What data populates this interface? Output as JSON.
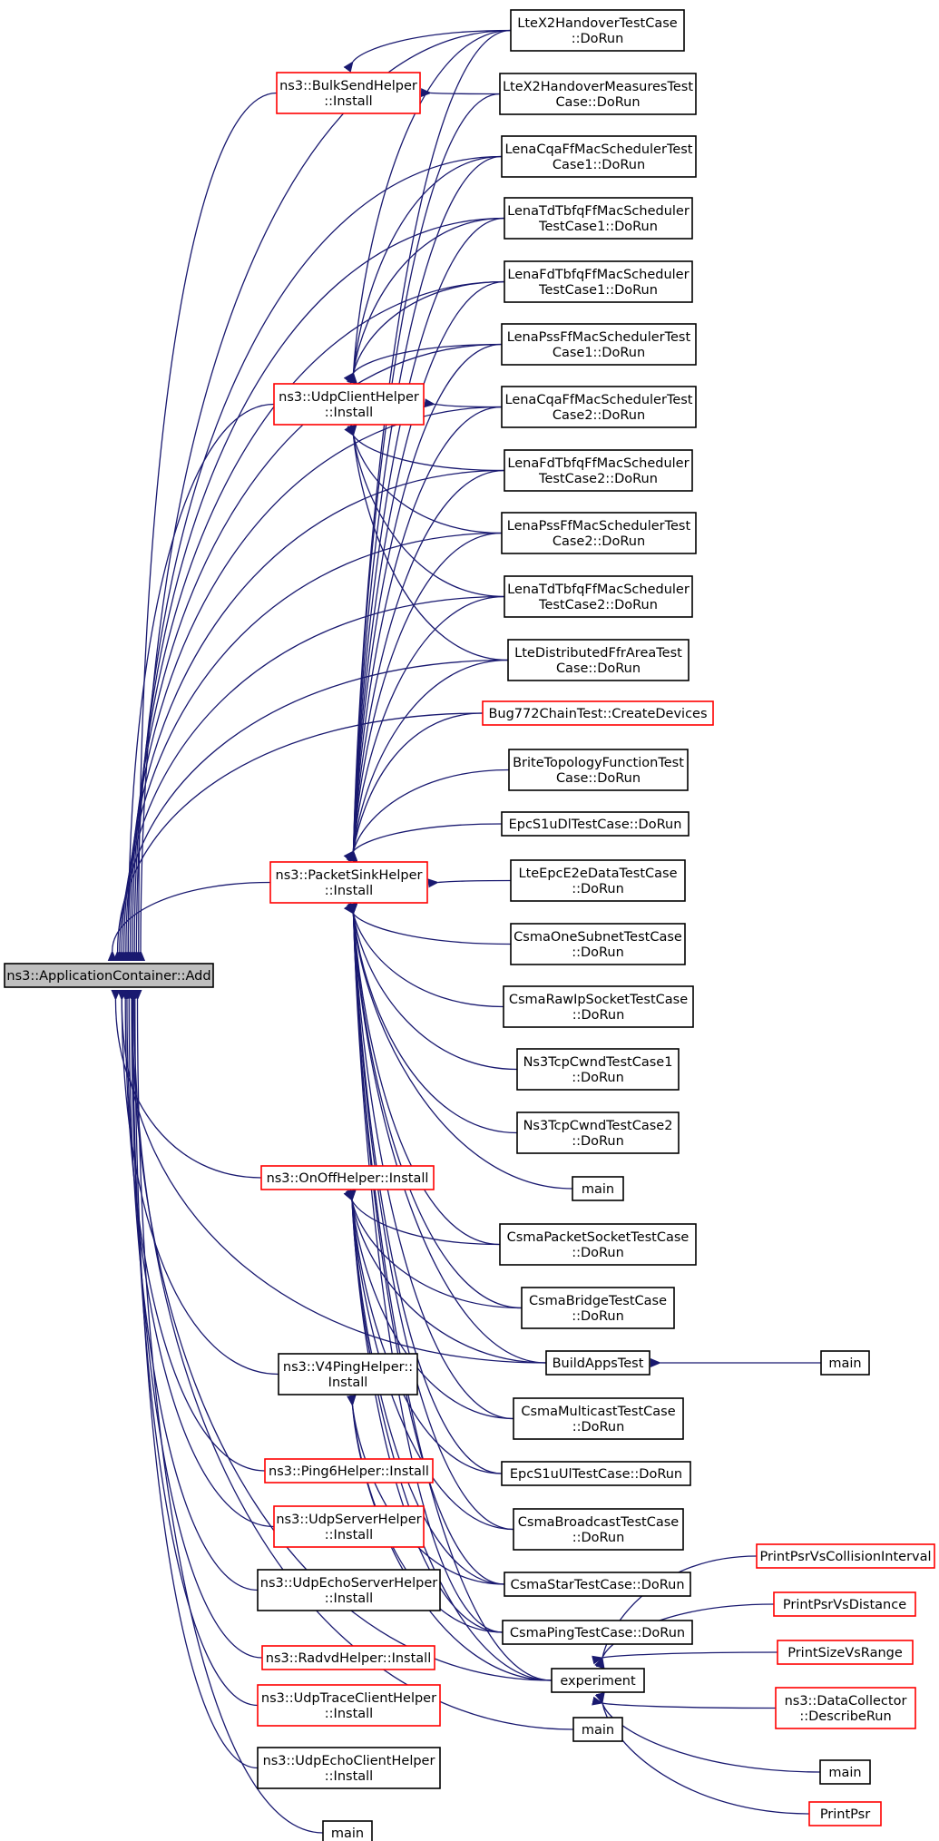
{
  "colors": {
    "edge": "#191970",
    "arrowhead": "#191970",
    "node_border_default": "#000000",
    "node_border_truncated": "#ff0000",
    "root_fill": "#bfbfbf",
    "node_fill": "#ffffff"
  },
  "nodes": {
    "app_add": {
      "lines": [
        "ns3::ApplicationContainer::Add"
      ],
      "style": "root"
    },
    "bulksend": {
      "lines": [
        "ns3::BulkSendHelper",
        "::Install"
      ],
      "style": "red"
    },
    "udpclient": {
      "lines": [
        "ns3::UdpClientHelper",
        "::Install"
      ],
      "style": "red"
    },
    "packetsink": {
      "lines": [
        "ns3::PacketSinkHelper",
        "::Install"
      ],
      "style": "red"
    },
    "onoff": {
      "lines": [
        "ns3::OnOffHelper::Install"
      ],
      "style": "red"
    },
    "v4ping": {
      "lines": [
        "ns3::V4PingHelper::",
        "Install"
      ],
      "style": "black"
    },
    "ping6": {
      "lines": [
        "ns3::Ping6Helper::Install"
      ],
      "style": "red"
    },
    "udpserver": {
      "lines": [
        "ns3::UdpServerHelper",
        "::Install"
      ],
      "style": "red"
    },
    "udpechoserver": {
      "lines": [
        "ns3::UdpEchoServerHelper",
        "::Install"
      ],
      "style": "black"
    },
    "radvd": {
      "lines": [
        "ns3::RadvdHelper::Install"
      ],
      "style": "red"
    },
    "udptraceclient": {
      "lines": [
        "ns3::UdpTraceClientHelper",
        "::Install"
      ],
      "style": "red"
    },
    "udpechoclient": {
      "lines": [
        "ns3::UdpEchoClientHelper",
        "::Install"
      ],
      "style": "black"
    },
    "main_left": {
      "lines": [
        "main"
      ],
      "style": "black"
    },
    "ltex2ho": {
      "lines": [
        "LteX2HandoverTestCase",
        "::DoRun"
      ],
      "style": "black"
    },
    "ltex2hom": {
      "lines": [
        "LteX2HandoverMeasuresTest",
        "Case::DoRun"
      ],
      "style": "black"
    },
    "cqa1": {
      "lines": [
        "LenaCqaFfMacSchedulerTest",
        "Case1::DoRun"
      ],
      "style": "black"
    },
    "tdtbfq1": {
      "lines": [
        "LenaTdTbfqFfMacScheduler",
        "TestCase1::DoRun"
      ],
      "style": "black"
    },
    "fdtbfq1": {
      "lines": [
        "LenaFdTbfqFfMacScheduler",
        "TestCase1::DoRun"
      ],
      "style": "black"
    },
    "pss1": {
      "lines": [
        "LenaPssFfMacSchedulerTest",
        "Case1::DoRun"
      ],
      "style": "black"
    },
    "cqa2": {
      "lines": [
        "LenaCqaFfMacSchedulerTest",
        "Case2::DoRun"
      ],
      "style": "black"
    },
    "fdtbfq2": {
      "lines": [
        "LenaFdTbfqFfMacScheduler",
        "TestCase2::DoRun"
      ],
      "style": "black"
    },
    "pss2": {
      "lines": [
        "LenaPssFfMacSchedulerTest",
        "Case2::DoRun"
      ],
      "style": "black"
    },
    "tdtbfq2": {
      "lines": [
        "LenaTdTbfqFfMacScheduler",
        "TestCase2::DoRun"
      ],
      "style": "black"
    },
    "ltedistffr": {
      "lines": [
        "LteDistributedFfrAreaTest",
        "Case::DoRun"
      ],
      "style": "black"
    },
    "bug772": {
      "lines": [
        "Bug772ChainTest::CreateDevices"
      ],
      "style": "red"
    },
    "brite": {
      "lines": [
        "BriteTopologyFunctionTest",
        "Case::DoRun"
      ],
      "style": "black"
    },
    "epcs1udl": {
      "lines": [
        "EpcS1uDlTestCase::DoRun"
      ],
      "style": "black"
    },
    "lteepce2e": {
      "lines": [
        "LteEpcE2eDataTestCase",
        "::DoRun"
      ],
      "style": "black"
    },
    "csmaonesubnet": {
      "lines": [
        "CsmaOneSubnetTestCase",
        "::DoRun"
      ],
      "style": "black"
    },
    "csmarawip": {
      "lines": [
        "CsmaRawIpSocketTestCase",
        "::DoRun"
      ],
      "style": "black"
    },
    "ns3tcp1": {
      "lines": [
        "Ns3TcpCwndTestCase1",
        "::DoRun"
      ],
      "style": "black"
    },
    "ns3tcp2": {
      "lines": [
        "Ns3TcpCwndTestCase2",
        "::DoRun"
      ],
      "style": "black"
    },
    "main_mid1": {
      "lines": [
        "main"
      ],
      "style": "black"
    },
    "csmapacket": {
      "lines": [
        "CsmaPacketSocketTestCase",
        "::DoRun"
      ],
      "style": "black"
    },
    "csmabridge": {
      "lines": [
        "CsmaBridgeTestCase",
        "::DoRun"
      ],
      "style": "black"
    },
    "buildapps": {
      "lines": [
        "BuildAppsTest"
      ],
      "style": "black"
    },
    "main_buildapps": {
      "lines": [
        "main"
      ],
      "style": "black"
    },
    "csmamulticast": {
      "lines": [
        "CsmaMulticastTestCase",
        "::DoRun"
      ],
      "style": "black"
    },
    "epcs1uul": {
      "lines": [
        "EpcS1uUlTestCase::DoRun"
      ],
      "style": "black"
    },
    "csmabroadcast": {
      "lines": [
        "CsmaBroadcastTestCase",
        "::DoRun"
      ],
      "style": "black"
    },
    "csmastar": {
      "lines": [
        "CsmaStarTestCase::DoRun"
      ],
      "style": "black"
    },
    "csmaping": {
      "lines": [
        "CsmaPingTestCase::DoRun"
      ],
      "style": "black"
    },
    "experiment": {
      "lines": [
        "experiment"
      ],
      "style": "black"
    },
    "main_mid2": {
      "lines": [
        "main"
      ],
      "style": "black"
    },
    "pp_collision": {
      "lines": [
        "PrintPsrVsCollisionInterval"
      ],
      "style": "red"
    },
    "pp_distance": {
      "lines": [
        "PrintPsrVsDistance"
      ],
      "style": "red"
    },
    "pp_sizerange": {
      "lines": [
        "PrintSizeVsRange"
      ],
      "style": "red"
    },
    "datacollector": {
      "lines": [
        "ns3::DataCollector",
        "::DescribeRun"
      ],
      "style": "red"
    },
    "main_right": {
      "lines": [
        "main"
      ],
      "style": "black"
    },
    "printpsr": {
      "lines": [
        "PrintPsr"
      ],
      "style": "red"
    }
  },
  "edges": [
    [
      "bulksend",
      "app_add"
    ],
    [
      "udpclient",
      "app_add"
    ],
    [
      "packetsink",
      "app_add"
    ],
    [
      "onoff",
      "app_add"
    ],
    [
      "v4ping",
      "app_add"
    ],
    [
      "ping6",
      "app_add"
    ],
    [
      "udpserver",
      "app_add"
    ],
    [
      "udpechoserver",
      "app_add"
    ],
    [
      "radvd",
      "app_add"
    ],
    [
      "udptraceclient",
      "app_add"
    ],
    [
      "udpechoclient",
      "app_add"
    ],
    [
      "main_left",
      "app_add"
    ],
    [
      "ltex2ho",
      "app_add"
    ],
    [
      "cqa1",
      "app_add"
    ],
    [
      "tdtbfq1",
      "app_add"
    ],
    [
      "fdtbfq1",
      "app_add"
    ],
    [
      "pss1",
      "app_add"
    ],
    [
      "cqa2",
      "app_add"
    ],
    [
      "fdtbfq2",
      "app_add"
    ],
    [
      "pss2",
      "app_add"
    ],
    [
      "tdtbfq2",
      "app_add"
    ],
    [
      "ltedistffr",
      "app_add"
    ],
    [
      "bug772",
      "app_add"
    ],
    [
      "buildapps",
      "app_add"
    ],
    [
      "experiment",
      "app_add"
    ],
    [
      "main_mid2",
      "app_add"
    ],
    [
      "ltex2ho",
      "bulksend"
    ],
    [
      "ltex2hom",
      "bulksend"
    ],
    [
      "ltex2ho",
      "udpclient"
    ],
    [
      "cqa1",
      "udpclient"
    ],
    [
      "tdtbfq1",
      "udpclient"
    ],
    [
      "fdtbfq1",
      "udpclient"
    ],
    [
      "pss1",
      "udpclient"
    ],
    [
      "cqa2",
      "udpclient"
    ],
    [
      "fdtbfq2",
      "udpclient"
    ],
    [
      "pss2",
      "udpclient"
    ],
    [
      "tdtbfq2",
      "udpclient"
    ],
    [
      "ltedistffr",
      "udpclient"
    ],
    [
      "ltex2ho",
      "packetsink"
    ],
    [
      "ltex2hom",
      "packetsink"
    ],
    [
      "cqa1",
      "packetsink"
    ],
    [
      "tdtbfq1",
      "packetsink"
    ],
    [
      "fdtbfq1",
      "packetsink"
    ],
    [
      "pss1",
      "packetsink"
    ],
    [
      "cqa2",
      "packetsink"
    ],
    [
      "fdtbfq2",
      "packetsink"
    ],
    [
      "pss2",
      "packetsink"
    ],
    [
      "tdtbfq2",
      "packetsink"
    ],
    [
      "ltedistffr",
      "packetsink"
    ],
    [
      "bug772",
      "packetsink"
    ],
    [
      "brite",
      "packetsink"
    ],
    [
      "epcs1udl",
      "packetsink"
    ],
    [
      "lteepce2e",
      "packetsink"
    ],
    [
      "csmaonesubnet",
      "packetsink"
    ],
    [
      "csmarawip",
      "packetsink"
    ],
    [
      "ns3tcp1",
      "packetsink"
    ],
    [
      "ns3tcp2",
      "packetsink"
    ],
    [
      "main_mid1",
      "packetsink"
    ],
    [
      "csmapacket",
      "packetsink"
    ],
    [
      "csmabridge",
      "packetsink"
    ],
    [
      "buildapps",
      "packetsink"
    ],
    [
      "csmamulticast",
      "packetsink"
    ],
    [
      "epcs1uul",
      "packetsink"
    ],
    [
      "csmabroadcast",
      "packetsink"
    ],
    [
      "csmastar",
      "packetsink"
    ],
    [
      "csmaping",
      "packetsink"
    ],
    [
      "experiment",
      "packetsink"
    ],
    [
      "csmapacket",
      "onoff"
    ],
    [
      "csmabridge",
      "onoff"
    ],
    [
      "buildapps",
      "onoff"
    ],
    [
      "csmamulticast",
      "onoff"
    ],
    [
      "epcs1uul",
      "onoff"
    ],
    [
      "csmabroadcast",
      "onoff"
    ],
    [
      "csmastar",
      "onoff"
    ],
    [
      "csmaping",
      "onoff"
    ],
    [
      "experiment",
      "onoff"
    ],
    [
      "csmaping",
      "v4ping"
    ],
    [
      "csmastar",
      "v4ping"
    ],
    [
      "experiment",
      "v4ping"
    ],
    [
      "main_buildapps",
      "buildapps"
    ],
    [
      "pp_collision",
      "experiment"
    ],
    [
      "pp_distance",
      "experiment"
    ],
    [
      "pp_sizerange",
      "experiment"
    ],
    [
      "datacollector",
      "experiment"
    ],
    [
      "main_right",
      "experiment"
    ],
    [
      "printpsr",
      "experiment"
    ]
  ]
}
